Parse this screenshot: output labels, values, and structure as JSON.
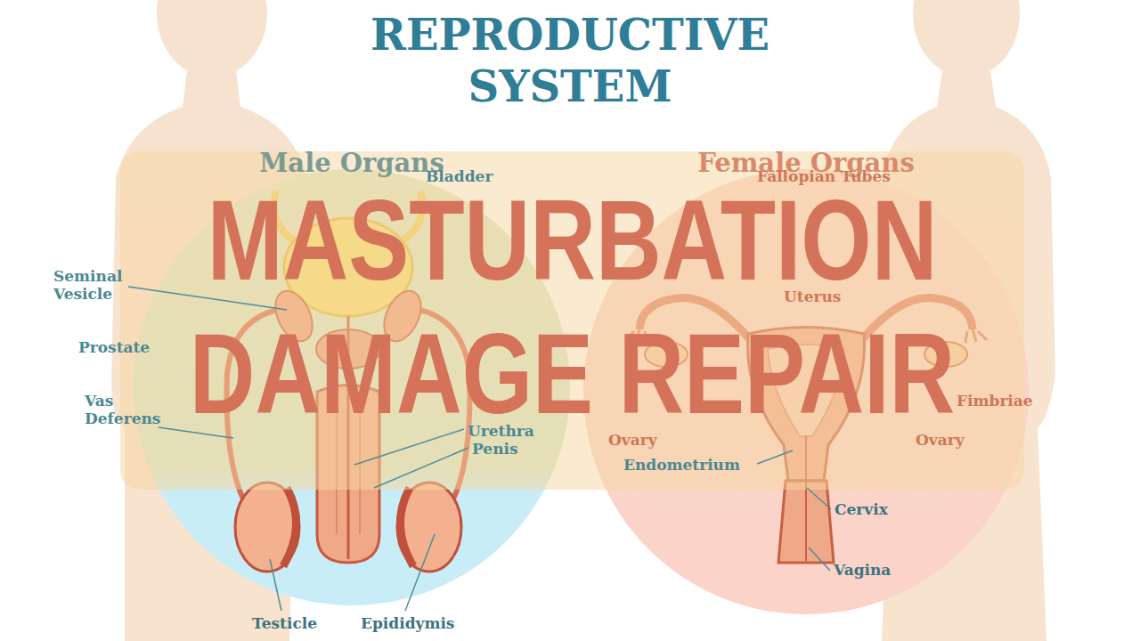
{
  "diagram": {
    "title": "REPRODUCTIVE SYSTEM",
    "nodes": [
      {
        "text": [
          "Male Organs"
        ]
      },
      {
        "text": [
          "Female Organs"
        ]
      },
      {
        "text": [
          "MASTURBATION DAMAGE REPAIR"
        ]
      }
    ],
    "labels": [
      "Bladder",
      "Seminal Vesicle",
      "Prostate",
      "Vas Deferens",
      "Urethra",
      "Penis",
      "Testicle",
      "Epididymis",
      "Fallopian Tubes",
      "Uterus",
      "Fimbriae",
      "Ovary",
      "Ovary",
      "Endometrium",
      "Cervix",
      "Vagina"
    ]
  }
}
